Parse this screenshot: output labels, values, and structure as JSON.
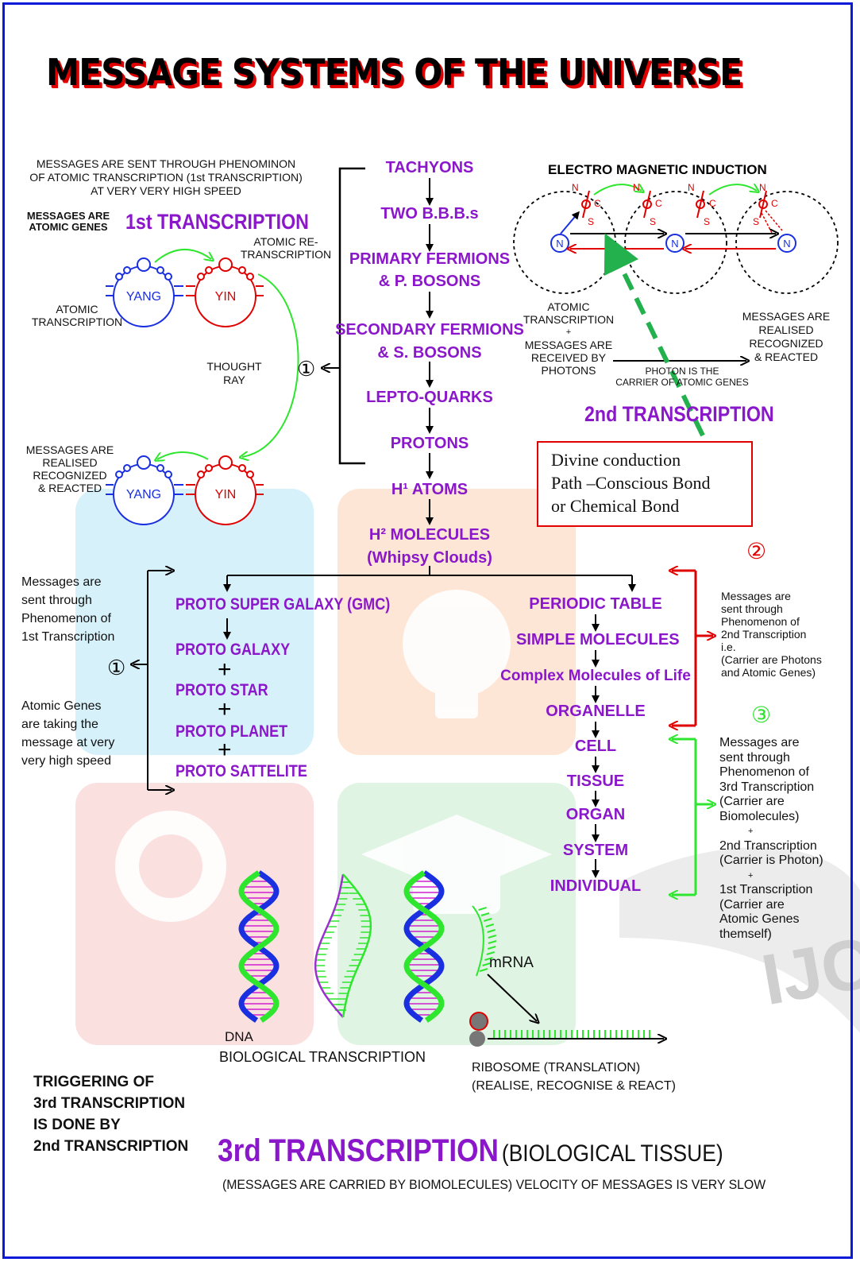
{
  "title": "MESSAGE SYSTEMS OF THE UNIVERSE",
  "colors": {
    "purple": "#8a17c9",
    "red": "#e00000",
    "green": "#2ee62e",
    "blue": "#1a2fe0",
    "border": "#0a1ad8"
  },
  "first": {
    "intro": [
      "MESSAGES ARE SENT THROUGH PHENOMINON",
      "OF ATOMIC TRANSCRIPTION (1st TRANSCRIPTION)",
      "AT VERY VERY HIGH SPEED"
    ],
    "genes_label": [
      "MESSAGES  ARE",
      "ATOMIC GENES"
    ],
    "heading": "1st TRANSCRIPTION",
    "retrans": [
      "ATOMIC RE-",
      "TRANSCRIPTION"
    ],
    "atomic_transcription": [
      "ATOMIC",
      "TRANSCRIPTION"
    ],
    "yang": "YANG",
    "yin": "YIN",
    "thought_ray": [
      "THOUGHT",
      "RAY"
    ],
    "realised": [
      "MESSAGES  ARE",
      "REALISED",
      "RECOGNIZED",
      "& REACTED"
    ],
    "circled_one": "①"
  },
  "chain": [
    "TACHYONS",
    "TWO B.B.B.s",
    "PRIMARY FERMIONS",
    "& P. BOSONS",
    "SECONDARY FERMIONS",
    "& S. BOSONS",
    "LEPTO-QUARKS",
    "PROTONS",
    "H¹ ATOMS",
    "H² MOLECULES",
    "(Whipsy Clouds)"
  ],
  "em": {
    "heading": "ELECTRO MAGNETIC INDUCTION",
    "atomic": [
      "ATOMIC",
      "TRANSCRIPTION",
      "+",
      "MESSAGES ARE",
      "RECEIVED BY",
      "PHOTONS"
    ],
    "photon_carrier": [
      "PHOTON IS THE",
      "CARRIER OF ATOMIC GENES"
    ],
    "realised": [
      "MESSAGES  ARE",
      "REALISED",
      "RECOGNIZED",
      "& REACTED"
    ],
    "heading2": "2nd TRANSCRIPTION",
    "letters": {
      "n": "N",
      "c": "C",
      "s": "S"
    }
  },
  "divine": [
    "Divine conduction",
    "Path –Conscious Bond",
    "or Chemical Bond"
  ],
  "left_notes": {
    "top": [
      "Messages are",
      "sent through",
      "Phenomenon of",
      "1st Transcription"
    ],
    "bottom": [
      "Atomic Genes",
      "are taking the",
      "message at very",
      "very high speed"
    ],
    "circled_one": "①"
  },
  "proto": [
    "PROTO SUPER GALAXY (GMC)",
    "PROTO GALAXY",
    "PROTO STAR",
    "PROTO PLANET",
    "PROTO SATTELITE"
  ],
  "plus": "+",
  "bio": [
    "PERIODIC TABLE",
    "SIMPLE MOLECULES",
    "Complex Molecules of Life",
    "ORGANELLE",
    "CELL",
    "TISSUE",
    "ORGAN",
    "SYSTEM",
    "INDIVIDUAL"
  ],
  "right_notes": {
    "two": "②",
    "note2": [
      "Messages are",
      "sent through",
      "Phenomenon of",
      "2nd Transcription",
      "i.e.",
      "(Carrier are Photons",
      "and Atomic Genes)"
    ],
    "three": "③",
    "note3": [
      "Messages are",
      "sent through",
      "Phenomenon of",
      "3rd Transcription",
      "(Carrier are",
      "Biomolecules)",
      "+",
      "2nd Transcription",
      "(Carrier is Photon)",
      "+",
      "1st Transcription",
      "(Carrier are",
      "Atomic Genes",
      "themself)"
    ]
  },
  "bottom": {
    "mrna": "mRNA",
    "dna": "DNA",
    "bio_transcription": "BIOLOGICAL TRANSCRIPTION",
    "ribosome": [
      "RIBOSOME (TRANSLATION)",
      "(REALISE, RECOGNISE & REACT)"
    ],
    "triggering": [
      "TRIGGERING OF",
      "3rd TRANSCRIPTION",
      "IS DONE BY",
      "2nd TRANSCRIPTION"
    ],
    "heading3": "3rd TRANSCRIPTION",
    "heading3_sub": "(BIOLOGICAL TISSUE)",
    "footer": "(MESSAGES ARE CARRIED BY BIOMOLECULES) VELOCITY OF MESSAGES IS VERY SLOW"
  },
  "watermark": "IJC"
}
